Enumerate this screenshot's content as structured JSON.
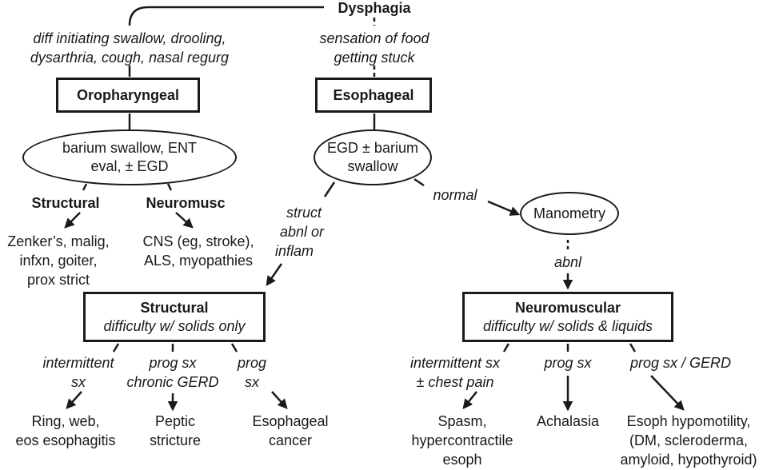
{
  "title": "Dysphagia",
  "oro": {
    "criteria": [
      "diff initiating swallow, drooling,",
      "dysarthria, cough, nasal regurg"
    ],
    "box": "Oropharyngeal",
    "workup": [
      "barium swallow, ENT",
      "eval, ± EGD"
    ],
    "structural": {
      "label": "Structural",
      "causes": [
        "Zenker’s, malig,",
        "infxn, goiter,",
        "prox strict"
      ]
    },
    "neuromusc": {
      "label": "Neuromusc",
      "causes": [
        "CNS (eg, stroke),",
        "ALS, myopathies"
      ]
    }
  },
  "eso": {
    "criteria": [
      "sensation of food",
      "getting stuck"
    ],
    "box": "Esophageal",
    "workup": [
      "EGD ± barium",
      "swallow"
    ],
    "edge_struct": [
      "struct",
      "abnl or",
      "inflam"
    ],
    "edge_normal": "normal",
    "manometry": "Manometry",
    "edge_abnl": "abnl"
  },
  "structural": {
    "title": "Structural",
    "subtitle": "difficulty w/ solids only",
    "branches": [
      {
        "edge": [
          "intermittent",
          "sx"
        ],
        "result": [
          "Ring, web,",
          "eos esophagitis"
        ]
      },
      {
        "edge": [
          "prog sx",
          "chronic GERD"
        ],
        "result": [
          "Peptic",
          "stricture"
        ]
      },
      {
        "edge": [
          "prog",
          "sx"
        ],
        "result": [
          "Esophageal",
          "cancer"
        ]
      }
    ]
  },
  "neuromuscular": {
    "title": "Neuromuscular",
    "subtitle": "difficulty w/ solids & liquids",
    "branches": [
      {
        "edge": [
          "intermittent sx",
          "± chest pain"
        ],
        "result": [
          "Spasm,",
          "hypercontractile",
          "esoph"
        ]
      },
      {
        "edge": [
          "prog sx"
        ],
        "result": [
          "Achalasia"
        ]
      },
      {
        "edge": [
          "prog sx / GERD"
        ],
        "result": [
          "Esoph hypomotility,",
          "(DM, scleroderma,",
          "amyloid, hypothyroid)"
        ]
      }
    ]
  }
}
